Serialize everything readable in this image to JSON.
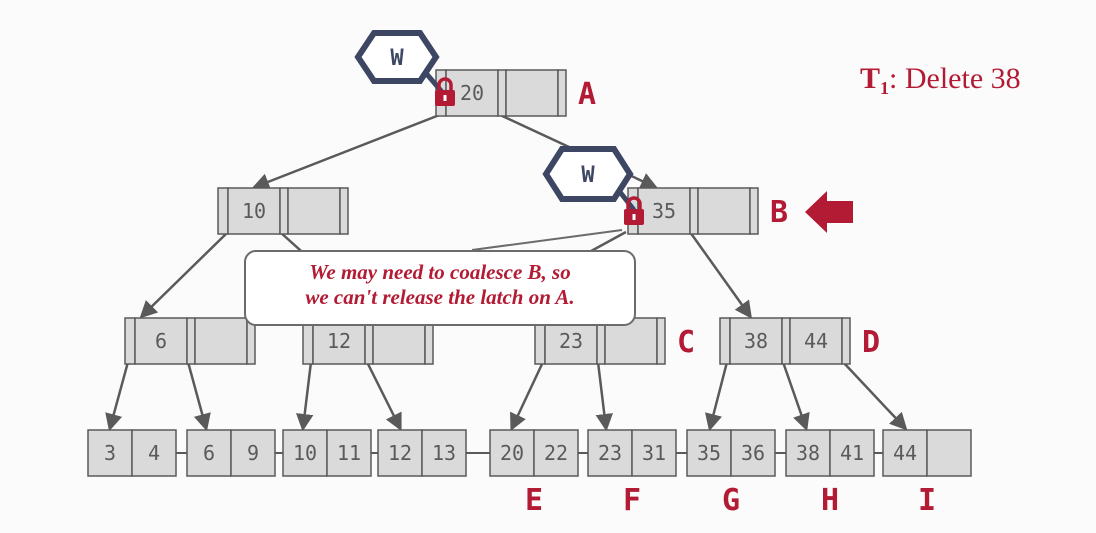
{
  "title": {
    "t": "T",
    "sub": "1",
    "rest": ": Delete 38"
  },
  "callout": {
    "line1": "We may need to coalesce B, so",
    "line2": "we can't release the latch on A."
  },
  "latch_mode": "W",
  "nodes": {
    "A": {
      "label": "A",
      "keys": [
        "20",
        ""
      ]
    },
    "B": {
      "label": "B",
      "keys": [
        "35",
        ""
      ]
    },
    "L1": {
      "label": "",
      "keys": [
        "10",
        ""
      ]
    },
    "L2": {
      "label": "",
      "keys": [
        "6",
        ""
      ]
    },
    "L3": {
      "label": "",
      "keys": [
        "12",
        ""
      ]
    },
    "C": {
      "label": "C",
      "keys": [
        "23",
        ""
      ]
    },
    "D": {
      "label": "D",
      "keys": [
        "38",
        "44"
      ]
    }
  },
  "leaves": [
    {
      "label": "",
      "keys": [
        "3",
        "4"
      ]
    },
    {
      "label": "",
      "keys": [
        "6",
        "9"
      ]
    },
    {
      "label": "",
      "keys": [
        "10",
        "11"
      ]
    },
    {
      "label": "",
      "keys": [
        "12",
        "13"
      ]
    },
    {
      "label": "E",
      "keys": [
        "20",
        "22"
      ]
    },
    {
      "label": "F",
      "keys": [
        "23",
        "31"
      ]
    },
    {
      "label": "G",
      "keys": [
        "35",
        "36"
      ]
    },
    {
      "label": "H",
      "keys": [
        "38",
        "41"
      ]
    },
    {
      "label": "I",
      "keys": [
        "44",
        ""
      ]
    }
  ],
  "colors": {
    "accent": "#b31b34",
    "latch": "#3d4663",
    "node_fill": "#dadada",
    "stroke": "#5a5a5a"
  },
  "icons": [
    "lock-icon",
    "left-arrow-icon"
  ]
}
